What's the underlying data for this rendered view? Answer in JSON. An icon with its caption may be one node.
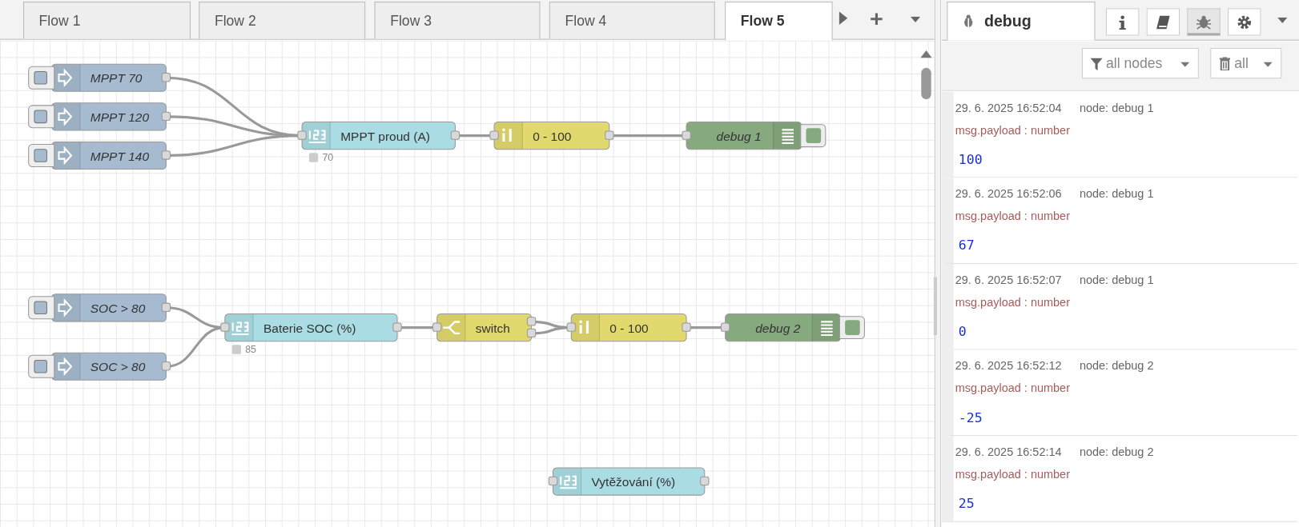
{
  "diagram": {
    "nodes": [
      {
        "text": [
          "MPPT 70"
        ]
      },
      {
        "text": [
          "MPPT 120"
        ]
      },
      {
        "text": [
          "MPPT 140"
        ]
      },
      {
        "text": [
          "MPPT proud (A)"
        ],
        "beside": [
          "70"
        ]
      },
      {
        "text": [
          "0 - 100"
        ]
      },
      {
        "text": [
          "debug 1"
        ]
      },
      {
        "text": [
          "SOC > 80"
        ]
      },
      {
        "text": [
          "SOC > 80"
        ]
      },
      {
        "text": [
          "Baterie SOC (%)"
        ],
        "beside": [
          "85"
        ]
      },
      {
        "text": [
          "switch"
        ]
      },
      {
        "text": [
          "0 - 100"
        ]
      },
      {
        "text": [
          "debug 2"
        ]
      },
      {
        "text": [
          "Vytěžování (%)"
        ]
      }
    ],
    "edges": [
      {
        "from": 0,
        "to": 3,
        "arrow": "none"
      },
      {
        "from": 1,
        "to": 3,
        "arrow": "none"
      },
      {
        "from": 2,
        "to": 3,
        "arrow": "none"
      },
      {
        "from": 3,
        "to": 4,
        "arrow": "none"
      },
      {
        "from": 4,
        "to": 5,
        "arrow": "none"
      },
      {
        "from": 6,
        "to": 8,
        "arrow": "none"
      },
      {
        "from": 7,
        "to": 8,
        "arrow": "none"
      },
      {
        "from": 8,
        "to": 9,
        "arrow": "none"
      },
      {
        "from": 9,
        "to": 10,
        "arrow": "none"
      },
      {
        "from": 9,
        "to": 10,
        "arrow": "none"
      },
      {
        "from": 10,
        "to": 11,
        "arrow": "none"
      }
    ],
    "labels": [
      "Flow 1",
      "Flow 2",
      "Flow 3",
      "Flow 4",
      "Flow 5",
      "debug",
      "all nodes",
      "all",
      "29. 6. 2025 16:52:04",
      "node: debug 1",
      "msg.payload : number",
      "100",
      "29. 6. 2025 16:52:06",
      "node: debug 1",
      "msg.payload : number",
      "67",
      "29. 6. 2025 16:52:07",
      "node: debug 1",
      "msg.payload : number",
      "0",
      "29. 6. 2025 16:52:12",
      "node: debug 2",
      "msg.payload : number",
      "-25",
      "29. 6. 2025 16:52:14",
      "node: debug 2",
      "msg.payload : number",
      "25"
    ]
  }
}
